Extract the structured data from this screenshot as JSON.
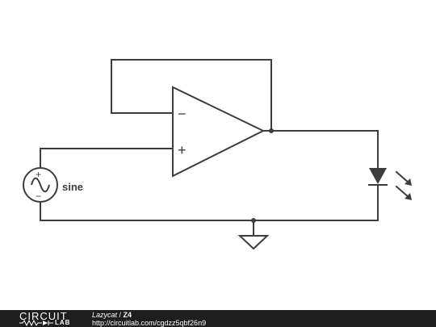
{
  "schematic": {
    "source_label": "sine",
    "opamp_inverting_symbol": "−",
    "opamp_noninverting_symbol": "+",
    "source_plus_symbol": "+",
    "source_minus_symbol": "−"
  },
  "footer": {
    "logo_top": "CIRCUIT",
    "logo_bottom": "LAB",
    "author": "Lazycat",
    "separator": " / ",
    "title": "Z4",
    "url": "http://circuitlab.com/cgdzz5qbf26n9"
  }
}
